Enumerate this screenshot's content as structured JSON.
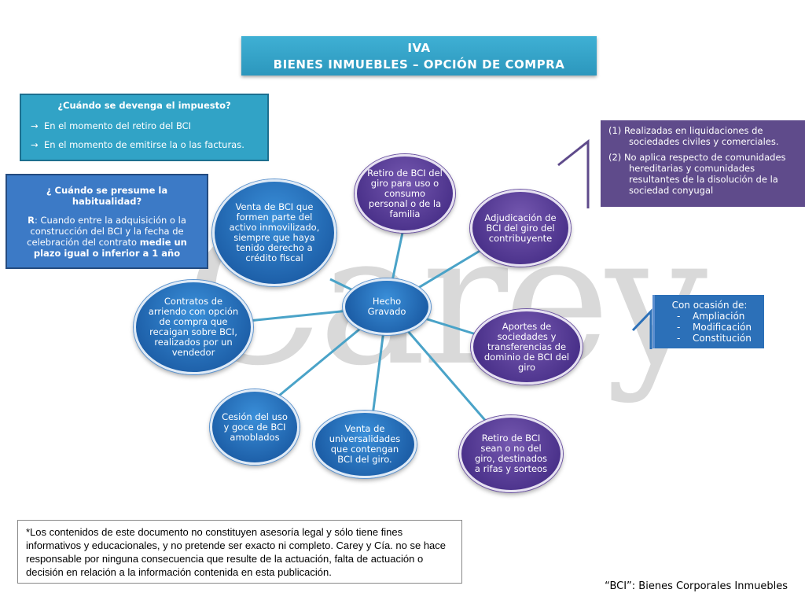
{
  "watermark": "Carey",
  "title": {
    "line1": "IVA",
    "line2": "BIENES INMUEBLES – OPCIÓN DE COMPRA"
  },
  "devenga": {
    "question": "¿Cuándo se devenga el impuesto?",
    "options": [
      "En el momento del  retiro del BCI",
      "En el  momento de emitirse  la o las facturas."
    ]
  },
  "presume": {
    "question": "¿ Cuándo se presume la habitualidad?",
    "answer_prefix": "R",
    "answer_text": ": Cuando entre  la adquisición o la construcción del BCI y la fecha de celebración del contrato ",
    "answer_bold": "medie un plazo  igual o inferior a 1 año"
  },
  "notes": [
    "(1) Realizadas en liquidaciones de sociedades civiles y comerciales.",
    "(2) No aplica respecto de  comunidades hereditarias y comunidades resultantes de la disolución de la sociedad conyugal"
  ],
  "ocasion": {
    "header": "Con ocasión de:",
    "items": [
      "Ampliación",
      "Modificación",
      "Constitución"
    ]
  },
  "center": "Hecho Gravado",
  "nodes": {
    "retiro_giro": "Retiro de BCI del giro para uso o consumo personal  o de la familia",
    "adjudicacion": "Adjudicación de BCI del giro del contribuyente",
    "aportes": "Aportes de sociedades y transferencias de dominio de BCI del giro",
    "rifas": "Retiro de BCI sean o no del giro, destinados a rifas y sorteos",
    "universalidades": "Venta de universalidades que contengan BCI del giro.",
    "cesion": "Cesión del uso y goce de BCI amoblados",
    "contratos": "Contratos de arriendo con opción de compra que recaigan sobre BCI, realizados por un vendedor",
    "venta_activo": "Venta de BCI que formen parte del activo inmovilizado, siempre que haya tenido derecho a crédito fiscal"
  },
  "disclaimer": "*Los contenidos de este documento no constituyen asesoría legal y sólo tiene fines informativos y educacionales, y no pretende ser exacto ni completo. Carey y Cía. no se hace responsable por ninguna consecuencia que resulte de la actuación, falta de actuación o decisión en relación a la información contenida en esta publicación.",
  "footer": "“BCI”: Bienes Corporales Inmuebles",
  "colors": {
    "title_bg": "#31a3c6",
    "blue_node": "#1d5fa8",
    "purple_node": "#4a318a",
    "notes_bg": "#5f4b8b",
    "ocasion_bg": "#2c70b8",
    "connector": "#4aa3c8"
  }
}
